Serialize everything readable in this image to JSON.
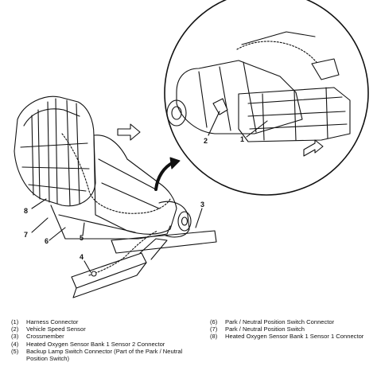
{
  "callouts": [
    "1",
    "2",
    "3",
    "4",
    "5",
    "6",
    "7",
    "8"
  ],
  "legend": {
    "left": [
      {
        "num": "(1)",
        "text": "Harness Connector"
      },
      {
        "num": "(2)",
        "text": "Vehicle Speed Sensor"
      },
      {
        "num": "(3)",
        "text": "Crossmember"
      },
      {
        "num": "(4)",
        "text": "Heated Oxygen Sensor Bank 1 Sensor 2 Connector"
      },
      {
        "num": "(5)",
        "text": "Backup Lamp Switch Connector (Part of the Park / Neutral Position Switch)"
      }
    ],
    "right": [
      {
        "num": "(6)",
        "text": "Park / Neutral Position Switch Connector"
      },
      {
        "num": "(7)",
        "text": "Park / Neutral Position Switch"
      },
      {
        "num": "(8)",
        "text": "Heated Oxygen Sensor Bank 1 Sensor 1 Connector"
      }
    ]
  }
}
